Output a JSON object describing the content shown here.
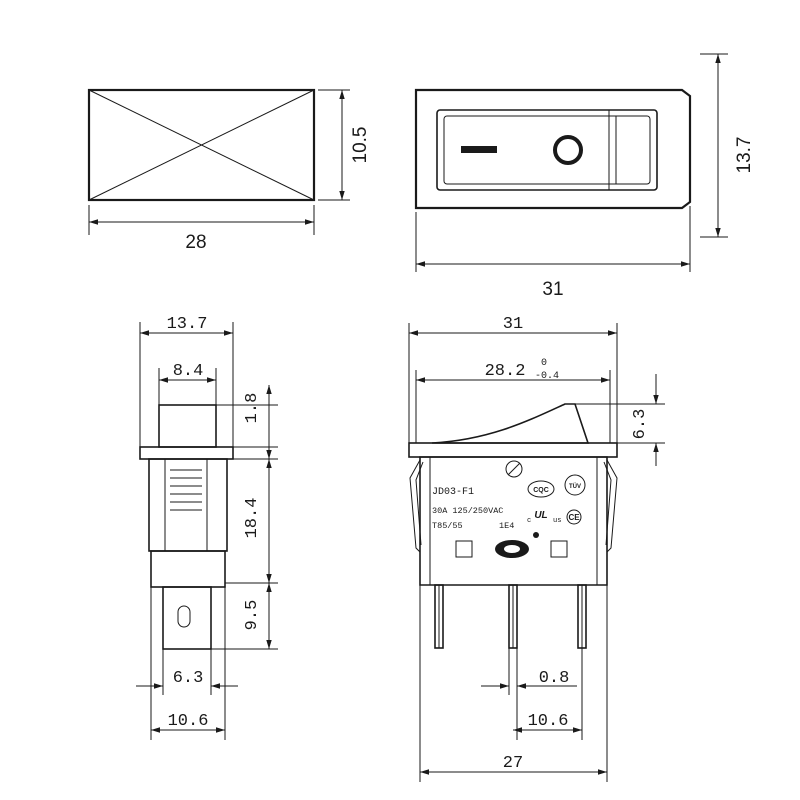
{
  "top_left": {
    "width": "28",
    "height": "10.5"
  },
  "top_right": {
    "width": "31",
    "height": "13.7"
  },
  "side_view": {
    "overall_width": "13.7",
    "body_width": "8.4",
    "dim_1_8": "1.8",
    "dim_18_4": "18.4",
    "dim_9_5": "9.5",
    "dim_6_3": "6.3",
    "dim_10_6": "10.6"
  },
  "front_view": {
    "overall_width": "31",
    "bezel_width": "28.2",
    "tol_upper": "0",
    "tol_lower": "-0.4",
    "rocker_height": "6.3",
    "pin_width": "0.8",
    "pin_pitch": "10.6",
    "body_width": "27",
    "label": {
      "model": "JD03-F1",
      "rating": "30A 125/250VAC",
      "temp": "T85/55",
      "code": "1E4",
      "cqc": "CQC",
      "tuv": "TÜV",
      "ce": "CE",
      "ul_c": "c",
      "ul_us": "us",
      "ul": "UL"
    }
  }
}
